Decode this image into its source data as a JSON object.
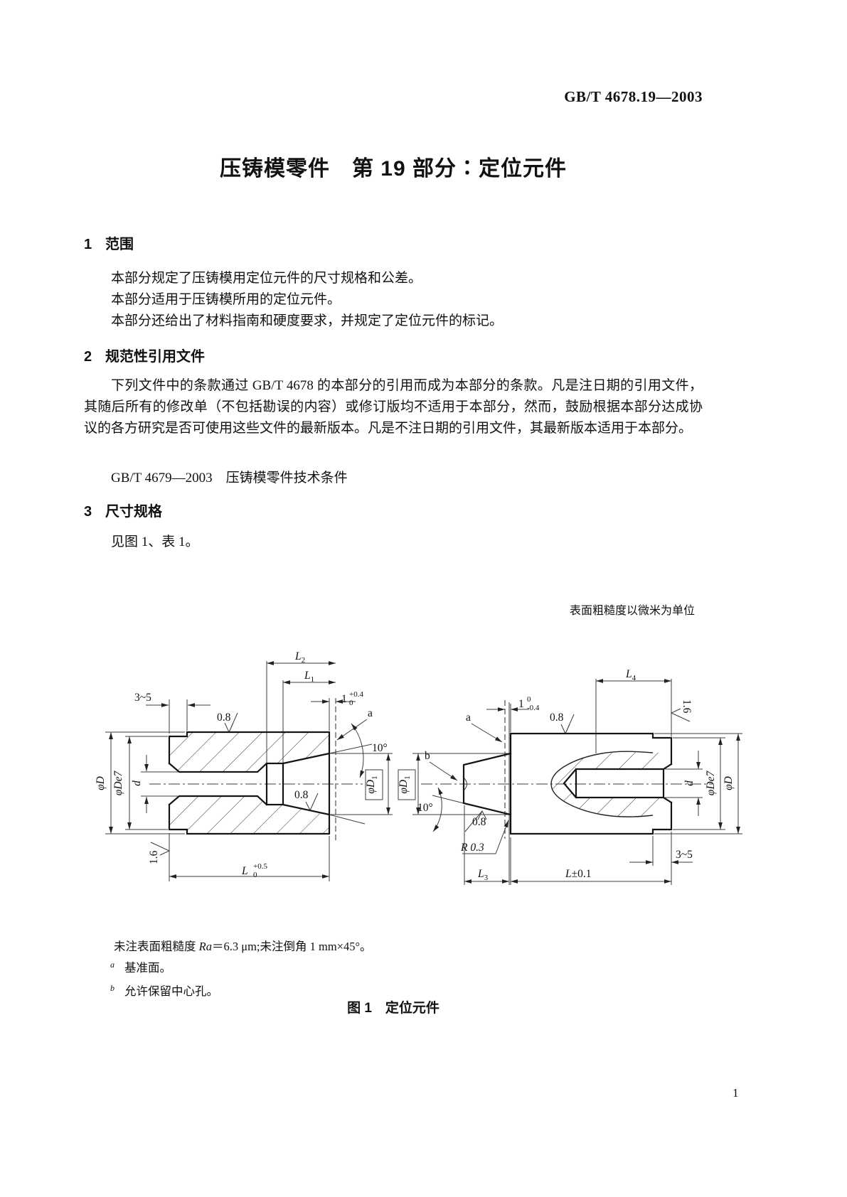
{
  "page": {
    "doc_number": "GB/T 4678.19—2003",
    "title": "压铸模零件　第 19 部分∶定位元件",
    "page_number": "1"
  },
  "sections": {
    "s1": {
      "num": "1",
      "heading": "范围",
      "p1": "本部分规定了压铸模用定位元件的尺寸规格和公差。",
      "p2": "本部分适用于压铸模所用的定位元件。",
      "p3": "本部分还给出了材料指南和硬度要求，并规定了定位元件的标记。"
    },
    "s2": {
      "num": "2",
      "heading": "规范性引用文件",
      "p1": "下列文件中的条款通过 GB/T 4678 的本部分的引用而成为本部分的条款。凡是注日期的引用文件，其随后所有的修改单（不包括勘误的内容）或修订版均不适用于本部分，然而，鼓励根据本部分达成协议的各方研究是否可使用这些文件的最新版本。凡是不注日期的引用文件，其最新版本适用于本部分。",
      "ref": "GB/T 4679—2003　压铸模零件技术条件"
    },
    "s3": {
      "num": "3",
      "heading": "尺寸规格",
      "p1": "见图 1、表 1。"
    }
  },
  "fig": {
    "unit_note": "表面粗糙度以微米为单位",
    "caption": "图 1　定位元件",
    "note_pre": "未注表面粗糙度 ",
    "note_ra": "Ra",
    "note_post": "＝6.3 μm;未注倒角 1 mm×45°。",
    "fn_a_mark": "a",
    "fn_a": "基准面。",
    "fn_b_mark": "b",
    "fn_b": "允许保留中心孔。",
    "dims": {
      "L1": "L",
      "L1s": "1",
      "L2": "L",
      "L2s": "2",
      "L3": "L",
      "L3s": "3",
      "L4": "L",
      "L4s": "4",
      "phiD": "φD",
      "phiDe7": "φDe7",
      "phiD1": "φD",
      "phiD1s": "1",
      "d": "d",
      "ra08": "0.8",
      "ra16": "1.6",
      "deg10": "10°",
      "r03": "R 0.3",
      "s35": "3~5",
      "one": "1",
      "p04": "+0.4",
      "z": "0",
      "m04": "-0.4",
      "Lm": "L",
      "p05": "+0.5",
      "pm": "±0.1",
      "a": "a",
      "b": "b"
    }
  }
}
